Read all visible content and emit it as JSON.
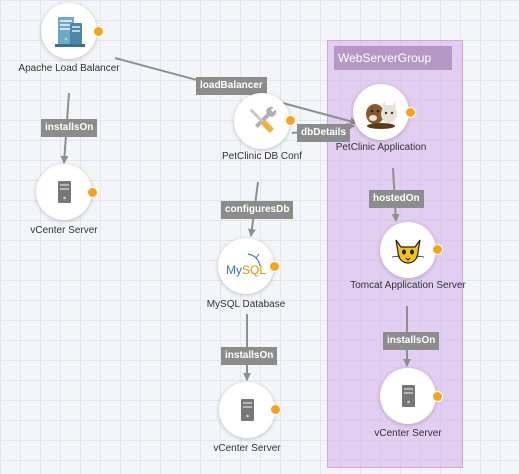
{
  "group": {
    "title": "WebServerGroup"
  },
  "nodes": {
    "apache": {
      "label": "Apache Load Balancer",
      "icon": "load-balancer-icon"
    },
    "vcenter_left": {
      "label": "vCenter Server",
      "icon": "server-icon"
    },
    "petclinic_db_conf": {
      "label": "PetClinic DB Conf",
      "icon": "wrench-screwdriver-icon"
    },
    "mysql": {
      "label": "MySQL Database",
      "icon": "mysql-icon"
    },
    "vcenter_middle": {
      "label": "vCenter Server",
      "icon": "server-icon"
    },
    "petclinic_app": {
      "label": "PetClinic Application",
      "icon": "pets-icon"
    },
    "tomcat": {
      "label": "Tomcat Application Server",
      "icon": "tomcat-icon"
    },
    "vcenter_right": {
      "label": "vCenter Server",
      "icon": "server-icon"
    }
  },
  "relationships": {
    "apache_installs_on": "installsOn",
    "apache_load_balancer": "loadBalancer",
    "conf_db_details": "dbDetails",
    "conf_configures_db": "configuresDb",
    "mysql_installs_on": "installsOn",
    "app_hosted_on": "hostedOn",
    "tomcat_installs_on": "installsOn"
  },
  "colors": {
    "status_dot": "#f7a41a",
    "relationship_label": "#8c8c8c",
    "group_fill": "#d6b6ec",
    "group_title": "#b598c5",
    "edge": "#8f8f8f"
  }
}
